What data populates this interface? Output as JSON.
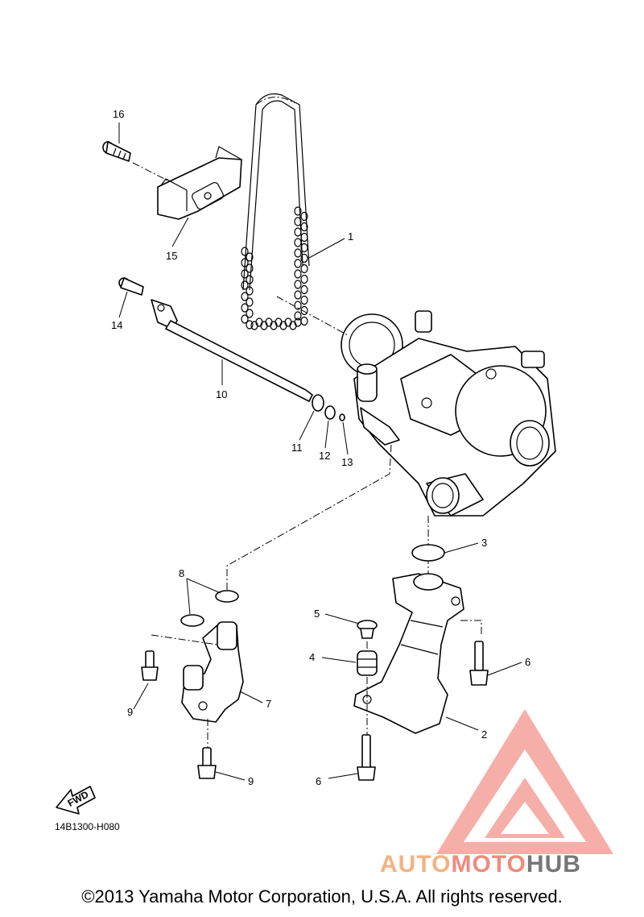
{
  "callouts": {
    "c1": "1",
    "c2": "2",
    "c3": "3",
    "c4": "4",
    "c5": "5",
    "c6a": "6",
    "c6b": "6",
    "c7": "7",
    "c8": "8",
    "c9a": "9",
    "c9b": "9",
    "c10": "10",
    "c11": "11",
    "c12": "12",
    "c13": "13",
    "c14": "14",
    "c15": "15",
    "c16": "16"
  },
  "fwd_label": "FWD",
  "diagram_code": "14B1300-H080",
  "copyright": "©2013 Yamaha Motor Corporation, U.S.A. All rights reserved.",
  "watermark": {
    "part1": "AUTO",
    "part2": "MOTO",
    "part3": "HUB",
    "colors": {
      "triangle": "#f4a29a",
      "auto": "#f4b183",
      "moto": "#f08a80",
      "hub": "#777777"
    }
  }
}
